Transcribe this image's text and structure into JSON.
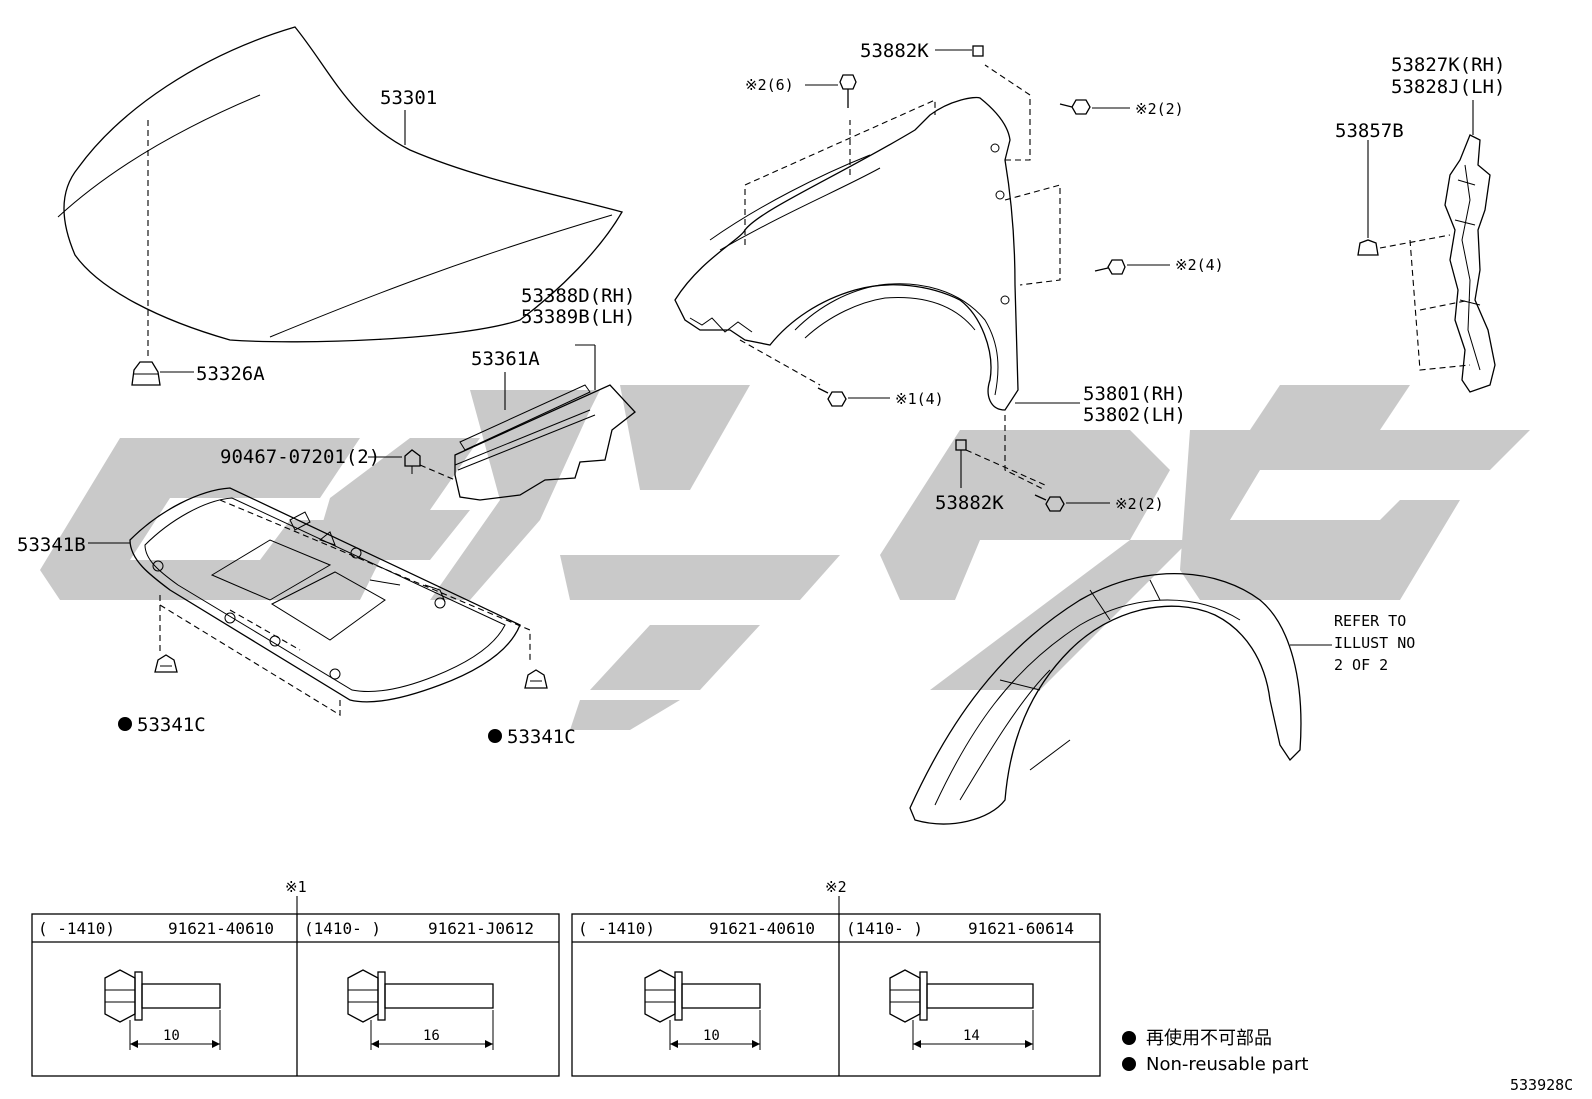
{
  "labels": {
    "hood": "53301",
    "hood_cushion": "53326A",
    "seal_rh": "53388D(RH)",
    "seal_lh": "53389B(LH)",
    "seal_strip": "53361A",
    "clip_9046": "90467-07201(2)",
    "insulator": "53341B",
    "clip_left": "53341C",
    "clip_right": "53341C",
    "fender_pad_top": "53882K",
    "bolt_top": "※2(6)",
    "bolt_right_top": "※2(2)",
    "bolt_mid": "※2(4)",
    "bolt_lower": "※1(4)",
    "fender_rh": "53801(RH)",
    "fender_lh": "53802(LH)",
    "fender_pad_bottom": "53882K",
    "bolt_bottom": "※2(2)",
    "side_rh": "53827K(RH)",
    "side_lh": "53828J(LH)",
    "side_clip": "53857B",
    "refer_1": "REFER TO",
    "refer_2": "ILLUST NO",
    "refer_3": "2 OF 2"
  },
  "tables": [
    {
      "mark": "※1",
      "cells": [
        {
          "range": "(    -1410)",
          "part": "91621-40610",
          "length": "10"
        },
        {
          "range": "(1410-    )",
          "part": "91621-J0612",
          "length": "16"
        }
      ]
    },
    {
      "mark": "※2",
      "cells": [
        {
          "range": "(    -1410)",
          "part": "91621-40610",
          "length": "10"
        },
        {
          "range": "(1410-    )",
          "part": "91621-60614",
          "length": "14"
        }
      ]
    }
  ],
  "legend": {
    "line_jp": "再使用不可部品",
    "line_en": "Non-reusable part"
  },
  "figure_id": "533928C",
  "colors": {
    "watermark": "#c9c9c9",
    "line": "#000000"
  }
}
